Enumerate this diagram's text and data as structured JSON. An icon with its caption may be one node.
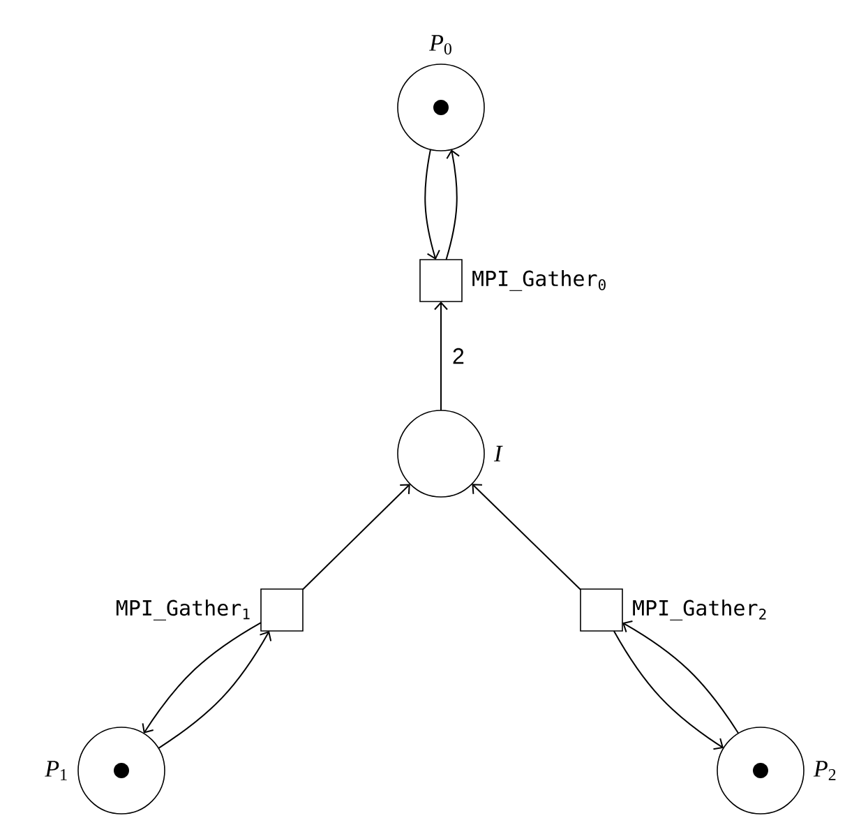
{
  "diagram": {
    "nodes": [
      {
        "text": [],
        "shape": "circle",
        "beside": [
          "*P*$_{0}$"
        ]
      },
      {
        "text": [],
        "shape": "box",
        "beside": [
          "MPI_Gather$_{0}$"
        ]
      },
      {
        "text": [],
        "shape": "circle",
        "beside": [
          "I"
        ]
      },
      {
        "text": [],
        "shape": "box",
        "beside": [
          "MPI_Gather$_{1}$"
        ]
      },
      {
        "text": [],
        "shape": "box",
        "beside": [
          "MPI_Gather$_{2}$"
        ]
      },
      {
        "text": [],
        "shape": "circle",
        "beside": [
          "*P*$_{1}$"
        ]
      },
      {
        "text": [],
        "shape": "circle",
        "beside": [
          "*P*$_{2}$"
        ]
      }
    ],
    "edges": [
      {
        "from": 0,
        "to": 1,
        "arrow": "to"
      },
      {
        "from": 1,
        "to": 0,
        "arrow": "to"
      },
      {
        "from": 2,
        "to": 1,
        "arrow": "to",
        "label": "2"
      },
      {
        "from": 3,
        "to": 2,
        "arrow": "to"
      },
      {
        "from": 4,
        "to": 2,
        "arrow": "to"
      },
      {
        "from": 3,
        "to": 5,
        "arrow": "to"
      },
      {
        "from": 5,
        "to": 3,
        "arrow": "to"
      },
      {
        "from": 4,
        "to": 6,
        "arrow": "to"
      },
      {
        "from": 6,
        "to": 4,
        "arrow": "to"
      }
    ]
  }
}
